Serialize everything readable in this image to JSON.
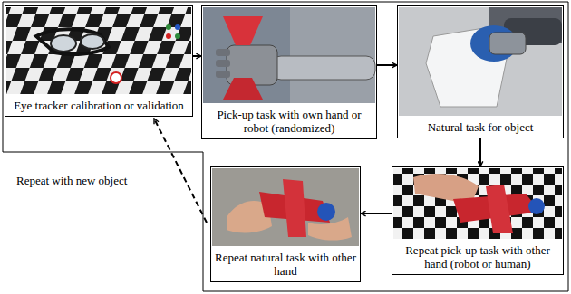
{
  "diagram": {
    "nodes": [
      {
        "text": [
          "Eye tracker calibration or validation"
        ]
      },
      {
        "text": [
          "Pick-up task with own hand or robot (randomized)"
        ]
      },
      {
        "text": [
          "Natural task for object"
        ]
      },
      {
        "text": [
          "Repeat natural task with other hand"
        ]
      },
      {
        "text": [
          "Repeat pick-up task with other hand (robot or human)"
        ]
      }
    ],
    "edges": [
      {
        "from": 0,
        "to": 1,
        "arrow": "to"
      },
      {
        "from": 1,
        "to": 2,
        "arrow": "to"
      },
      {
        "from": 2,
        "to": 4,
        "arrow": "to"
      },
      {
        "from": 4,
        "to": 3,
        "arrow": "to"
      },
      {
        "from": 3,
        "to": 0,
        "arrow": "to"
      }
    ],
    "labels": [
      "Repeat with new object"
    ]
  }
}
